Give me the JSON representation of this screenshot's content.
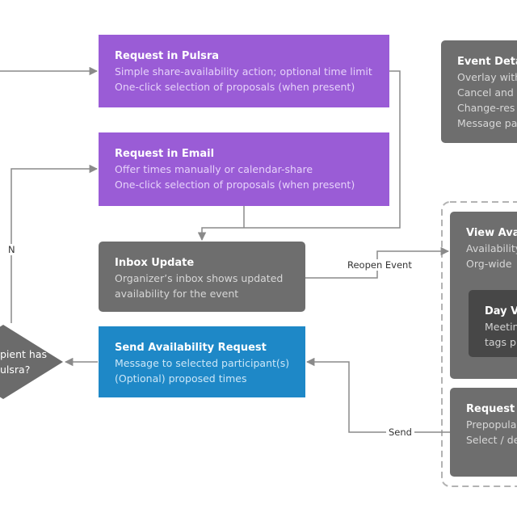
{
  "nodes": {
    "request_pulsra": {
      "title": "Request in Pulsra",
      "line1": "Simple share-availability action; optional time limit",
      "line2": "One-click selection of proposals (when present)"
    },
    "request_email": {
      "title": "Request in Email",
      "line1": "Offer times manually or calendar-share",
      "line2": "One-click selection of proposals (when present)"
    },
    "inbox_update": {
      "title": "Inbox Update",
      "line1": "Organizer’s inbox shows updated",
      "line2": "availability for the event"
    },
    "send_request": {
      "title": "Send Availability Request",
      "line1": "Message to selected participant(s)",
      "line2": "(Optional) proposed times"
    },
    "event_details": {
      "title": "Event Deta",
      "line1": "Overlay with",
      "line2": "Cancel and",
      "line3": "Change-res",
      "line4": "Message pa"
    },
    "view_availability": {
      "title": "View Ava",
      "line1": "Availability",
      "line2": "Org-wide"
    },
    "day_view": {
      "title": "Day Vi",
      "line1": "Meetin",
      "line2": "tags p"
    },
    "request_a": {
      "title": "Request A",
      "line1": "Prepopula",
      "line2": "Select / de"
    },
    "decision": {
      "line1": "pient has",
      "line2": "ulsra?"
    }
  },
  "edges": {
    "no_label": "N",
    "reopen_label": "Reopen Event",
    "send_label": "Send"
  },
  "colors": {
    "purple": "#9a5cd6",
    "gray": "#6e6e6e",
    "dark_gray": "#474747",
    "blue": "#1e88c7",
    "connector": "#8a8a8a"
  }
}
